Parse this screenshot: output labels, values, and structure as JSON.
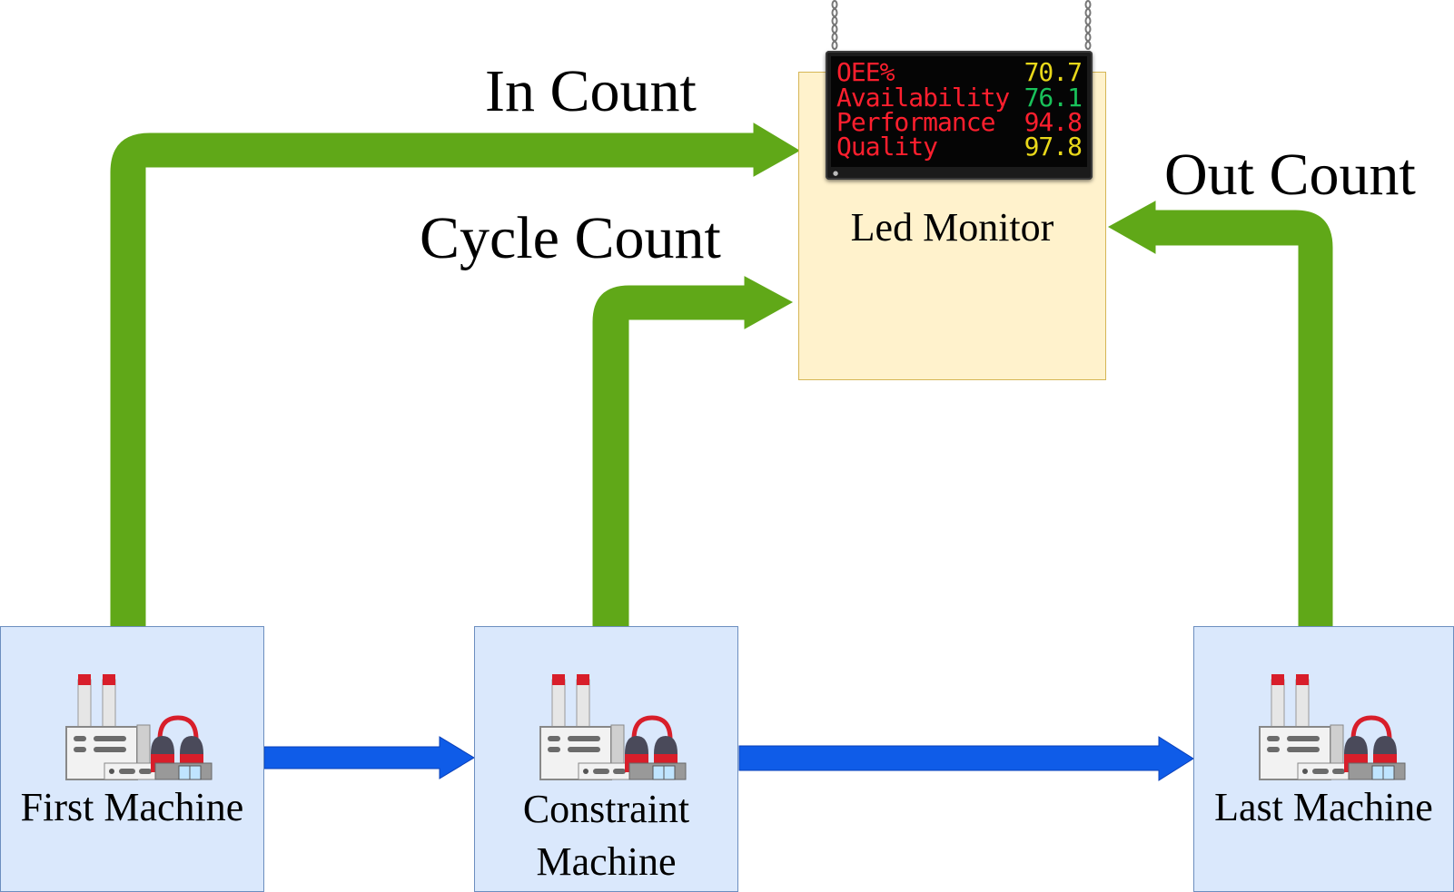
{
  "labels": {
    "in_count": "In Count",
    "cycle_count": "Cycle Count",
    "out_count": "Out Count"
  },
  "monitor": {
    "caption": "Led Monitor",
    "rows": [
      {
        "name": "OEE%",
        "value": "70.7",
        "value_color": "#e9d81a"
      },
      {
        "name": "Availability",
        "value": "76.1",
        "value_color": "#19c25a"
      },
      {
        "name": "Performance",
        "value": "94.8",
        "value_color": "#ff1f2e"
      },
      {
        "name": "Quality",
        "value": "97.8",
        "value_color": "#e9d81a"
      }
    ],
    "name_color": "#ff1f2e"
  },
  "machines": {
    "first": {
      "label": "First Machine"
    },
    "constraint": {
      "label_line1": "Constraint",
      "label_line2": "Machine"
    },
    "last": {
      "label": "Last Machine"
    }
  },
  "colors": {
    "signal_arrow": "#60a818",
    "flow_arrow": "#0f5ce8",
    "machine_fill": "#dae8fc",
    "monitor_fill": "#fff2cc"
  },
  "icons": [
    "factory-icon",
    "chain-icon"
  ]
}
